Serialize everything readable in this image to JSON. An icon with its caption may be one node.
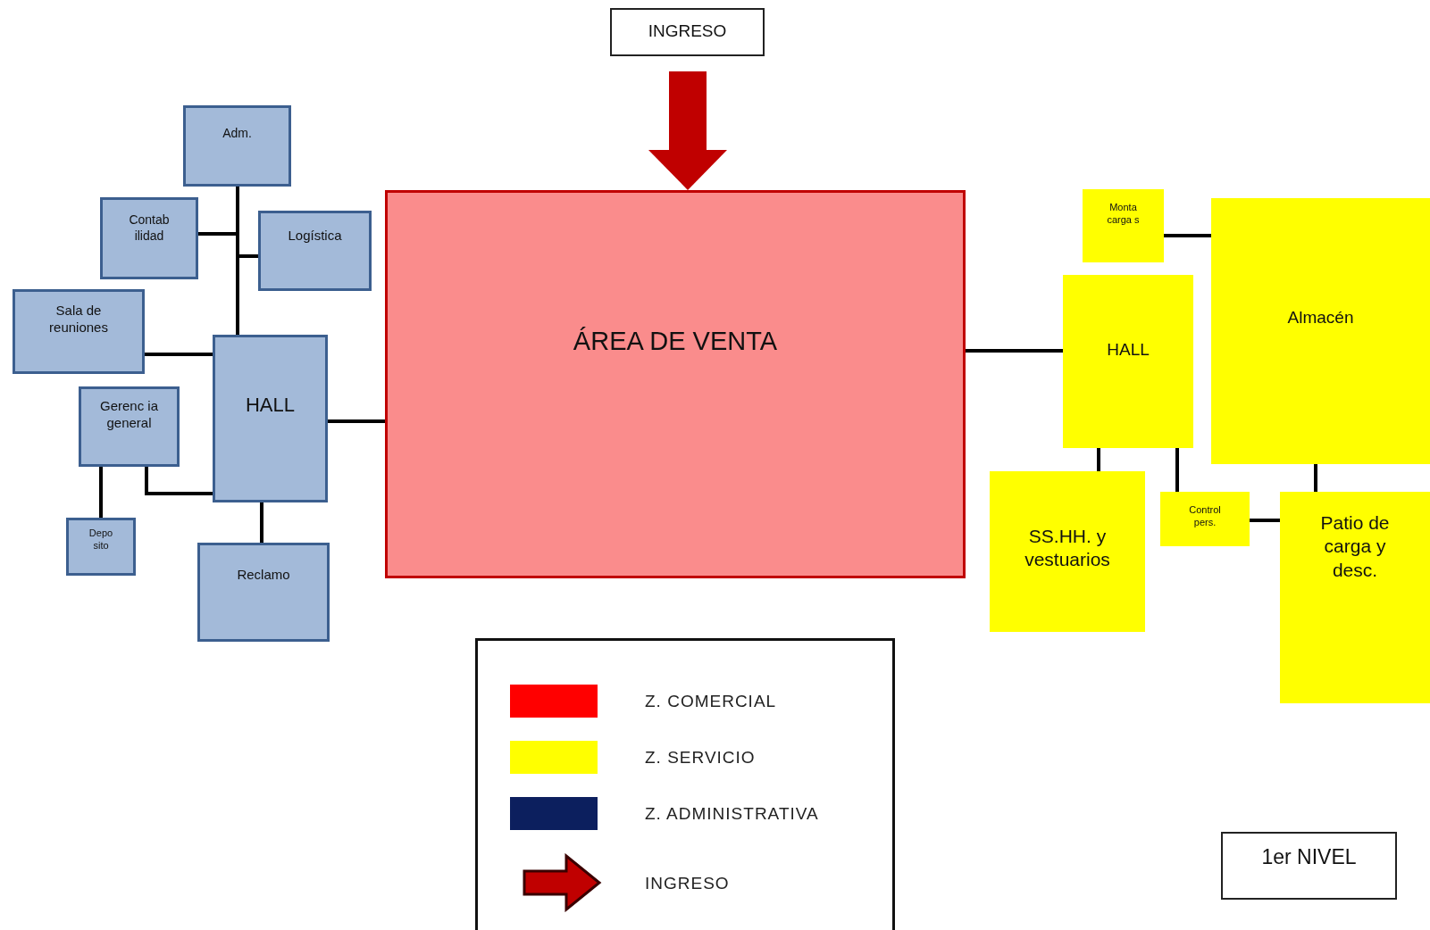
{
  "diagram": {
    "nodes": [
      {
        "text": [
          "INGRESO"
        ]
      },
      {
        "text": [
          "ÁREA DE VENTA"
        ]
      },
      {
        "text": [
          "Adm."
        ]
      },
      {
        "text": [
          "Contab ilidad"
        ]
      },
      {
        "text": [
          "Logística"
        ]
      },
      {
        "text": [
          "Sala de reuniones"
        ]
      },
      {
        "text": [
          "Gerenc ia general"
        ]
      },
      {
        "text": [
          "HALL"
        ]
      },
      {
        "text": [
          "Depo sito"
        ]
      },
      {
        "text": [
          "Reclamo"
        ]
      },
      {
        "text": [
          "Monta carga s"
        ]
      },
      {
        "text": [
          "Almacén"
        ]
      },
      {
        "text": [
          "HALL"
        ]
      },
      {
        "text": [
          "SS.HH. y vestuarios"
        ]
      },
      {
        "text": [
          "Control pers."
        ]
      },
      {
        "text": [
          "Patio de carga y desc."
        ]
      },
      {
        "text": [
          "1er NIVEL"
        ]
      }
    ],
    "edges": [
      {
        "from": 0,
        "to": 1,
        "arrow": "to",
        "style": "thick",
        "color": "#c00000"
      },
      {
        "from": 2,
        "to": 7,
        "arrow": "none"
      },
      {
        "from": 3,
        "to": 7,
        "arrow": "none"
      },
      {
        "from": 4,
        "to": 7,
        "arrow": "none"
      },
      {
        "from": 5,
        "to": 7,
        "arrow": "none"
      },
      {
        "from": 6,
        "to": 7,
        "arrow": "none"
      },
      {
        "from": 6,
        "to": 8,
        "arrow": "none"
      },
      {
        "from": 7,
        "to": 9,
        "arrow": "none"
      },
      {
        "from": 7,
        "to": 1,
        "arrow": "none"
      },
      {
        "from": 1,
        "to": 12,
        "arrow": "none"
      },
      {
        "from": 10,
        "to": 11,
        "arrow": "none"
      },
      {
        "from": 12,
        "to": 13,
        "arrow": "none"
      },
      {
        "from": 12,
        "to": 14,
        "arrow": "none"
      },
      {
        "from": 11,
        "to": 15,
        "arrow": "none"
      },
      {
        "from": 14,
        "to": 15,
        "arrow": "none"
      }
    ],
    "legend": [
      {
        "text": "Z. COMERCIAL",
        "color": "#ff0000"
      },
      {
        "text": "Z. SERVICIO",
        "color": "#ffff00"
      },
      {
        "text": "Z. ADMINISTRATIVA",
        "color": "#0c1f5e"
      },
      {
        "text": "INGRESO"
      }
    ]
  }
}
